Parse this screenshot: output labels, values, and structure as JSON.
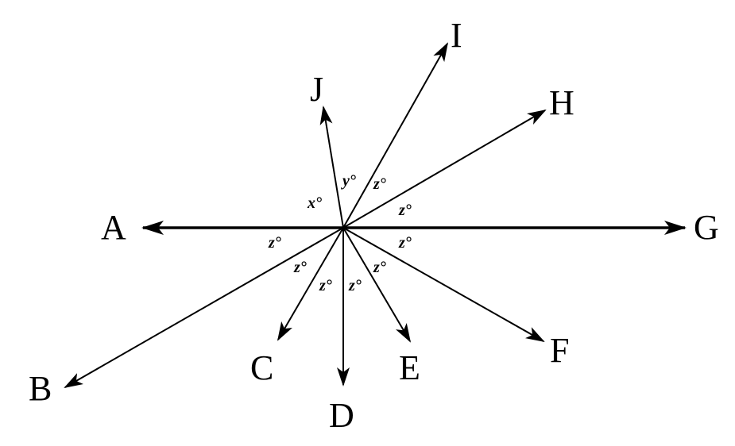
{
  "diagram": {
    "center": "unlabeled origin",
    "rays": [
      {
        "id": "A",
        "label": "A"
      },
      {
        "id": "B",
        "label": "B"
      },
      {
        "id": "C",
        "label": "C"
      },
      {
        "id": "D",
        "label": "D"
      },
      {
        "id": "E",
        "label": "E"
      },
      {
        "id": "F",
        "label": "F"
      },
      {
        "id": "G",
        "label": "G"
      },
      {
        "id": "H",
        "label": "H"
      },
      {
        "id": "I",
        "label": "I"
      },
      {
        "id": "J",
        "label": "J"
      }
    ],
    "angle_labels": {
      "x": "x°",
      "y": "y°",
      "z": "z°"
    },
    "angles": [
      {
        "between": [
          "J",
          "A"
        ],
        "label": "x°"
      },
      {
        "between": [
          "J",
          "I"
        ],
        "label": "y°"
      },
      {
        "between": [
          "I",
          "H"
        ],
        "label": "z°"
      },
      {
        "between": [
          "H",
          "G"
        ],
        "label": "z°"
      },
      {
        "between": [
          "G",
          "F"
        ],
        "label": "z°"
      },
      {
        "between": [
          "F",
          "E"
        ],
        "label": "z°"
      },
      {
        "between": [
          "E",
          "D"
        ],
        "label": "z°"
      },
      {
        "between": [
          "D",
          "C"
        ],
        "label": "z°"
      },
      {
        "between": [
          "C",
          "B"
        ],
        "label": "z°"
      },
      {
        "between": [
          "B",
          "A"
        ],
        "label": "z°"
      }
    ]
  }
}
